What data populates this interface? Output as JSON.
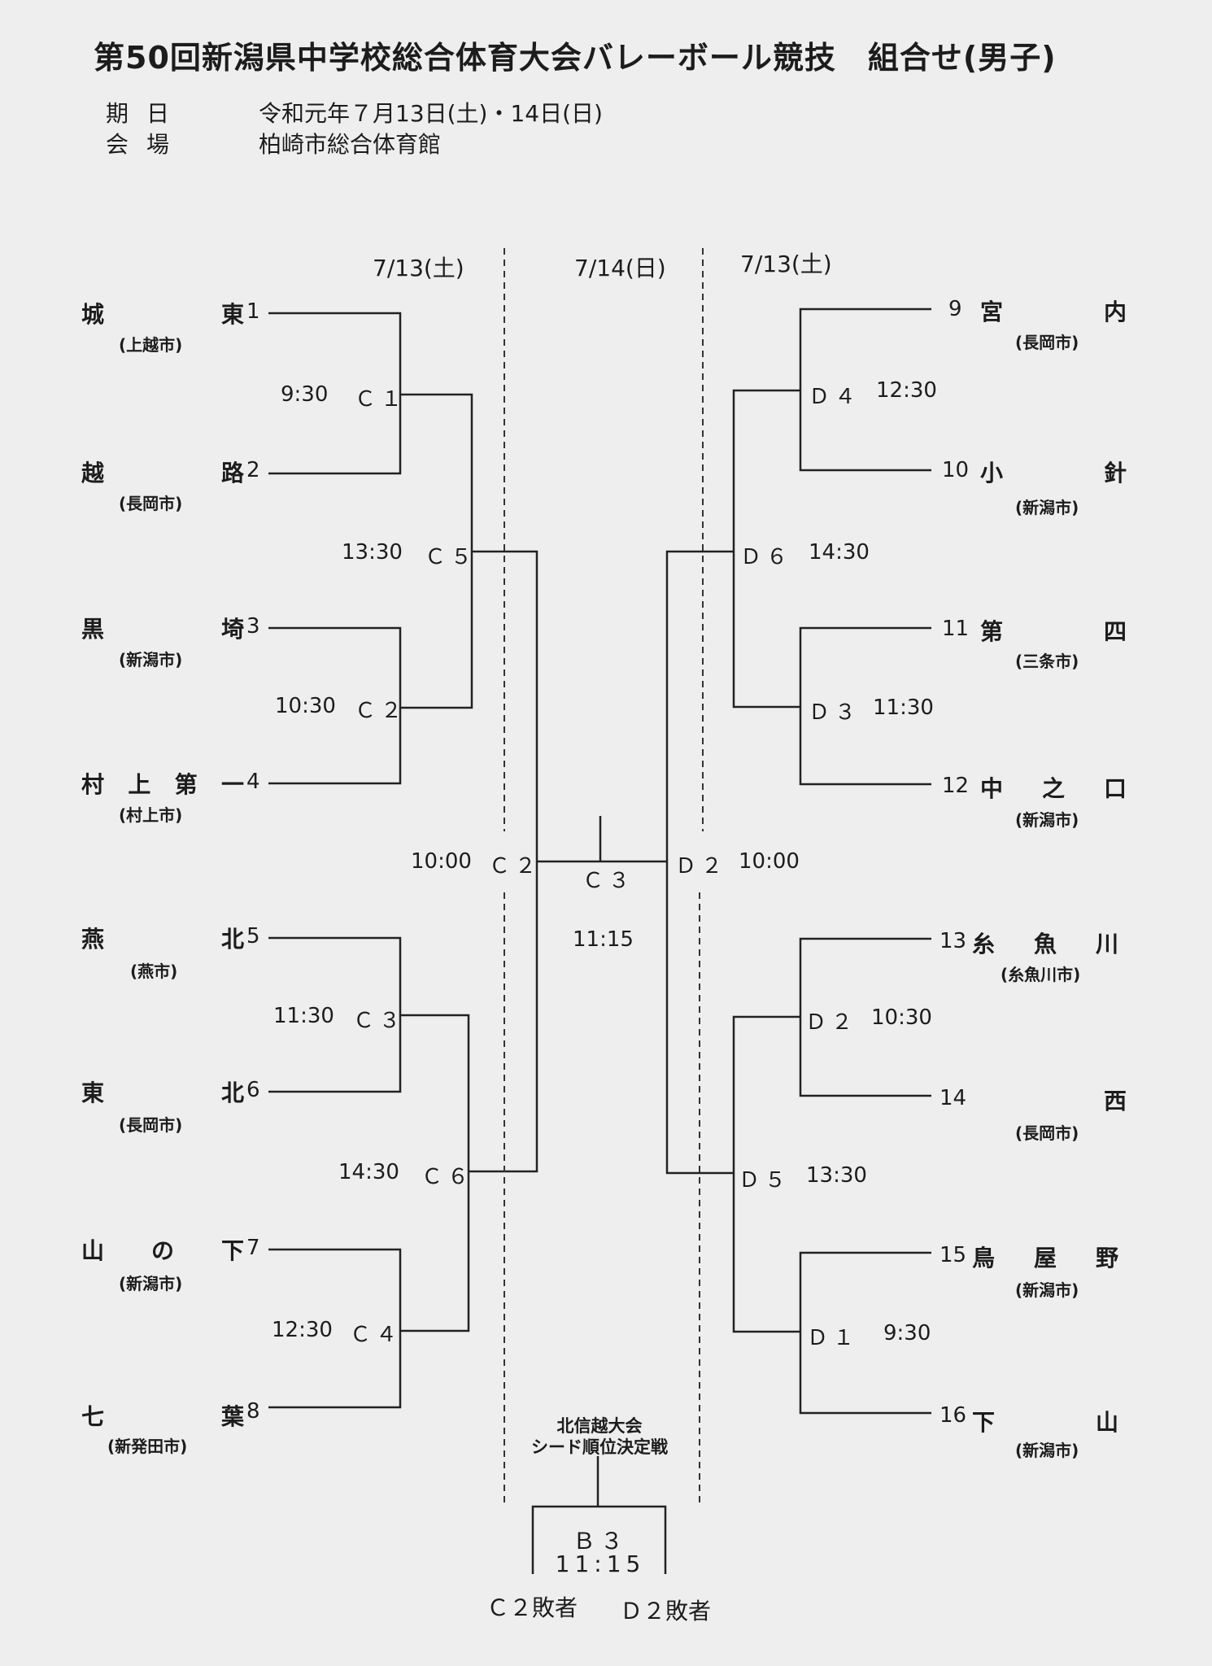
{
  "title": "第50回新潟県中学校総合体育大会バレーボール競技　組合せ(男子)",
  "info": {
    "date_label": "期日",
    "date_value": "令和元年７月13日(土)・14日(日)",
    "venue_label": "会場",
    "venue_value": "柏崎市総合体育館"
  },
  "day_headers": {
    "left": "7/13(土)",
    "center": "7/14(日)",
    "right": "7/13(土)"
  },
  "left_teams": [
    {
      "num": "1",
      "chars": [
        "城",
        "東"
      ],
      "city": "(上越市)"
    },
    {
      "num": "2",
      "chars": [
        "越",
        "路"
      ],
      "city": "(長岡市)"
    },
    {
      "num": "3",
      "chars": [
        "黒",
        "埼"
      ],
      "city": "(新潟市)"
    },
    {
      "num": "4",
      "chars": [
        "村",
        "上",
        "第",
        "一"
      ],
      "city": "(村上市)"
    },
    {
      "num": "5",
      "chars": [
        "燕",
        "北"
      ],
      "city": "(燕市)"
    },
    {
      "num": "6",
      "chars": [
        "東",
        "北"
      ],
      "city": "(長岡市)"
    },
    {
      "num": "7",
      "chars": [
        "山",
        "の",
        "下"
      ],
      "city": "(新潟市)"
    },
    {
      "num": "8",
      "chars": [
        "七",
        "葉"
      ],
      "city": "(新発田市)"
    }
  ],
  "right_teams": [
    {
      "num": "9",
      "chars": [
        "宮",
        "内"
      ],
      "city": "(長岡市)"
    },
    {
      "num": "10",
      "chars": [
        "小",
        "針"
      ],
      "city": "(新潟市)"
    },
    {
      "num": "11",
      "chars": [
        "第",
        "四"
      ],
      "city": "(三条市)"
    },
    {
      "num": "12",
      "chars": [
        "中",
        "之",
        "口"
      ],
      "city": "(新潟市)"
    },
    {
      "num": "13",
      "chars": [
        "糸",
        "魚",
        "川"
      ],
      "city": "(糸魚川市)"
    },
    {
      "num": "14",
      "chars": [
        "",
        "西"
      ],
      "city": "(長岡市)"
    },
    {
      "num": "15",
      "chars": [
        "鳥",
        "屋",
        "野"
      ],
      "city": "(新潟市)"
    },
    {
      "num": "16",
      "chars": [
        "下",
        "山"
      ],
      "city": "(新潟市)"
    }
  ],
  "matches": {
    "c1": {
      "time": "9:30",
      "label": "Ｃ１"
    },
    "c2": {
      "time": "10:30",
      "label": "Ｃ２"
    },
    "c3": {
      "time": "11:30",
      "label": "Ｃ３"
    },
    "c4": {
      "time": "12:30",
      "label": "Ｃ４"
    },
    "c5": {
      "time": "13:30",
      "label": "Ｃ５"
    },
    "c6": {
      "time": "14:30",
      "label": "Ｃ６"
    },
    "c2_day2": {
      "time": "10:00",
      "label": "Ｃ２"
    },
    "d4": {
      "time": "12:30",
      "label": "Ｄ４"
    },
    "d3": {
      "time": "11:30",
      "label": "Ｄ３"
    },
    "d2": {
      "time": "10:30",
      "label": "Ｄ２"
    },
    "d1": {
      "time": "9:30",
      "label": "Ｄ１"
    },
    "d6": {
      "time": "14:30",
      "label": "Ｄ６"
    },
    "d5": {
      "time": "13:30",
      "label": "Ｄ５"
    },
    "d2_day2": {
      "time": "10:00",
      "label": "Ｄ２"
    },
    "final": {
      "time": "11:15",
      "label": "Ｃ３"
    }
  },
  "seed_match": {
    "note_line1": "北信越大会",
    "note_line2": "シード順位決定戦",
    "label": "Ｂ３",
    "time": "11:15",
    "left_loser": "Ｃ２敗者",
    "right_loser": "Ｄ２敗者"
  }
}
